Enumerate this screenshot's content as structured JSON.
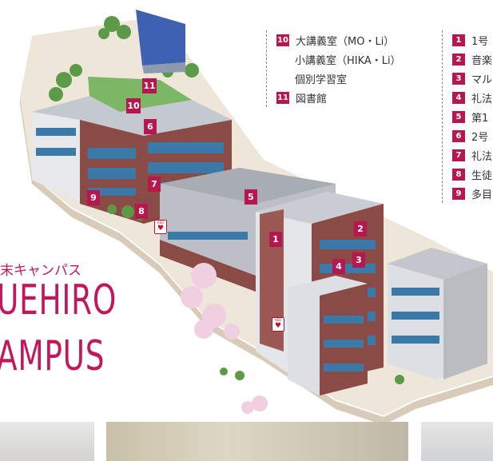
{
  "colors": {
    "accent": "#b5174e",
    "campus_title": "#c2185b",
    "aed_red": "#c0122b"
  },
  "legend_left": [
    {
      "num": "10",
      "lines": [
        "大講義室（MO・Li）",
        "小講義室（HIKA・Li）",
        "個別学習室"
      ]
    },
    {
      "num": "11",
      "lines": [
        "図書館"
      ]
    }
  ],
  "legend_right": [
    {
      "num": "1",
      "label": "1号"
    },
    {
      "num": "2",
      "label": "音楽"
    },
    {
      "num": "3",
      "label": "マル"
    },
    {
      "num": "4",
      "label": "礼法"
    },
    {
      "num": "5",
      "label": "第1"
    },
    {
      "num": "6",
      "label": "2号"
    },
    {
      "num": "7",
      "label": "礼法"
    },
    {
      "num": "8",
      "label": "生徒"
    },
    {
      "num": "9",
      "label": "多目"
    }
  ],
  "map_badges": [
    "1",
    "2",
    "3",
    "4",
    "5",
    "6",
    "7",
    "8",
    "9",
    "10",
    "11"
  ],
  "aed_label": "AED",
  "campus_name_jp": "末キャンパス",
  "campus_name_en_line1": "UEHIRO",
  "campus_name_en_line2": "AMPUS"
}
